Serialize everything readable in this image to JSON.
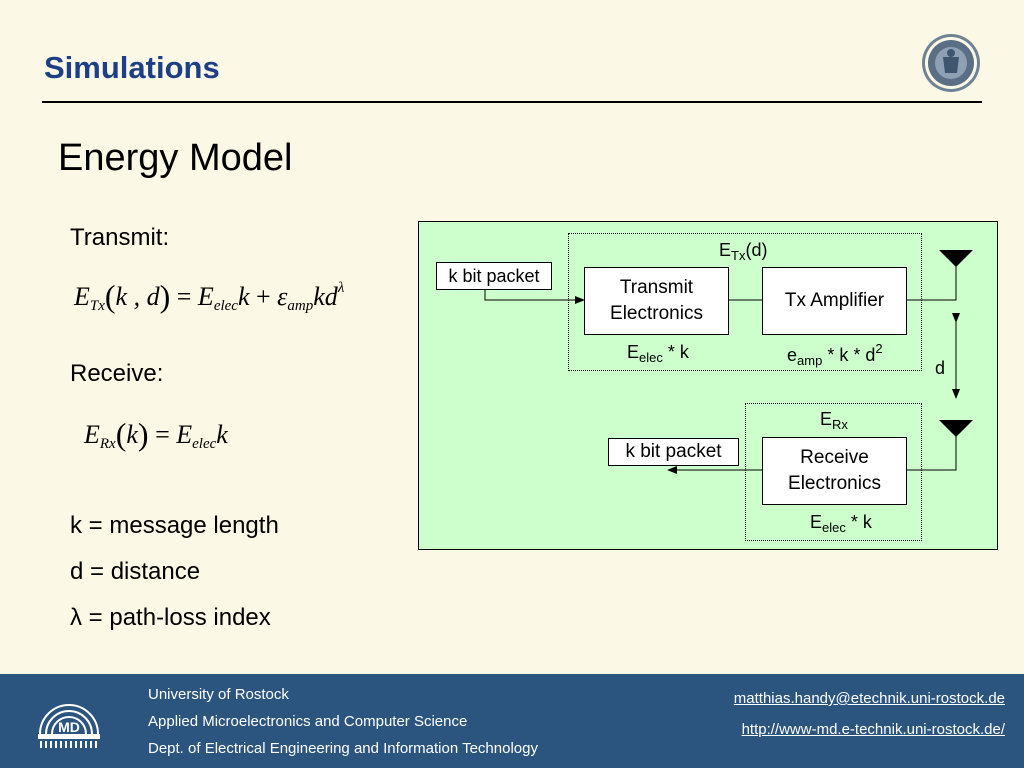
{
  "header": {
    "title": "Simulations"
  },
  "heading": "Energy Model",
  "left": {
    "transmit_label": "Transmit:",
    "transmit_formula": {
      "E": "E",
      "E_sub": "Tx",
      "lparen": "(",
      "args": "k , d",
      "rparen": ")",
      "eq": "=",
      "E2": "E",
      "E2_sub": "elec",
      "k": "k",
      "plus": "+",
      "eps": "ε",
      "eps_sub": "amp",
      "kd": "kd",
      "exp": "λ"
    },
    "receive_label": "Receive:",
    "receive_formula": {
      "E": "E",
      "E_sub": "Rx",
      "lparen": "(",
      "args": "k",
      "rparen": ")",
      "eq": "=",
      "E2": "E",
      "E2_sub": "elec",
      "k": "k"
    },
    "definitions": [
      "k = message length",
      "d = distance",
      "λ = path-loss index"
    ]
  },
  "diagram": {
    "etx_E": "E",
    "etx_sub": "Tx",
    "etx_rest": "(d)",
    "tx_packet": "k bit packet",
    "transmit_line1": "Transmit",
    "transmit_line2": "Electronics",
    "tx_amplifier": "Tx Amplifier",
    "eelec_tx_E": "E",
    "eelec_tx_sub": "elec",
    "eelec_tx_rest": " * k",
    "eamp_e": "e",
    "eamp_sub": "amp",
    "eamp_rest": " * k * d",
    "eamp_sup": "2",
    "distance": "d",
    "erx_E": "E",
    "erx_sub": "Rx",
    "rx_packet": "k bit packet",
    "receive_line1": "Receive",
    "receive_line2": "Electronics",
    "eelec_rx_E": "E",
    "eelec_rx_sub": "elec",
    "eelec_rx_rest": " * k",
    "colors": {
      "background": "#ccffcc",
      "border": "#000000"
    }
  },
  "footer": {
    "lines": [
      "University of Rostock",
      "Applied Microelectronics and Computer Science",
      "Dept. of Electrical Engineering and Information Technology"
    ],
    "email": "matthias.handy@etechnik.uni-rostock.de",
    "url": "http://www-md.e-technik.uni-rostock.de/",
    "logo_text": "MD",
    "colors": {
      "background": "#2b547e",
      "title": "#1e3f86"
    }
  }
}
